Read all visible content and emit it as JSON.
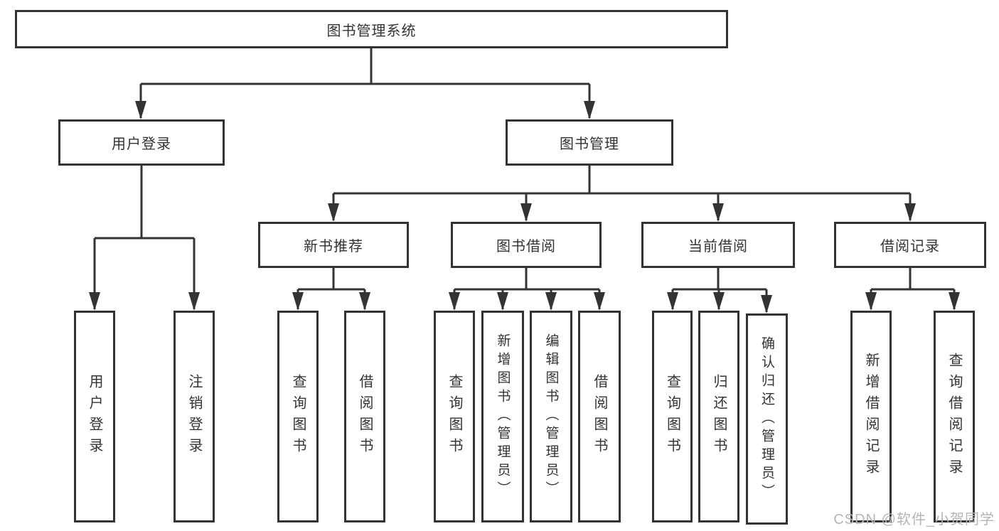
{
  "colors": {
    "line": "#333333",
    "text": "#333333",
    "background": "#ffffff",
    "watermark": "#b5b5b5"
  },
  "diagram": {
    "type": "hierarchy-tree",
    "title": "图书管理系统",
    "level2": [
      {
        "label": "用户登录",
        "parent": "图书管理系统"
      },
      {
        "label": "图书管理",
        "parent": "图书管理系统"
      }
    ],
    "level3": [
      {
        "label": "新书推荐",
        "parent": "图书管理"
      },
      {
        "label": "图书借阅",
        "parent": "图书管理"
      },
      {
        "label": "当前借阅",
        "parent": "图书管理"
      },
      {
        "label": "借阅记录",
        "parent": "图书管理"
      }
    ],
    "leaves": [
      {
        "label": "用户登录",
        "parent": "用户登录"
      },
      {
        "label": "注销登录",
        "parent": "用户登录"
      },
      {
        "label": "查询图书",
        "parent": "新书推荐"
      },
      {
        "label": "借阅图书",
        "parent": "新书推荐"
      },
      {
        "label": "查询图书",
        "parent": "图书借阅"
      },
      {
        "label": "新增图书（管理员）",
        "parent": "图书借阅"
      },
      {
        "label": "编辑图书（管理员）",
        "parent": "图书借阅"
      },
      {
        "label": "借阅图书",
        "parent": "图书借阅"
      },
      {
        "label": "查询图书",
        "parent": "当前借阅"
      },
      {
        "label": "归还图书",
        "parent": "当前借阅"
      },
      {
        "label": "确认归还（管理员）",
        "parent": "当前借阅"
      },
      {
        "label": "新增借阅记录",
        "parent": "借阅记录"
      },
      {
        "label": "查询借阅记录",
        "parent": "借阅记录"
      }
    ]
  },
  "watermark": {
    "text": "CSDN @软件_小贺同学"
  }
}
